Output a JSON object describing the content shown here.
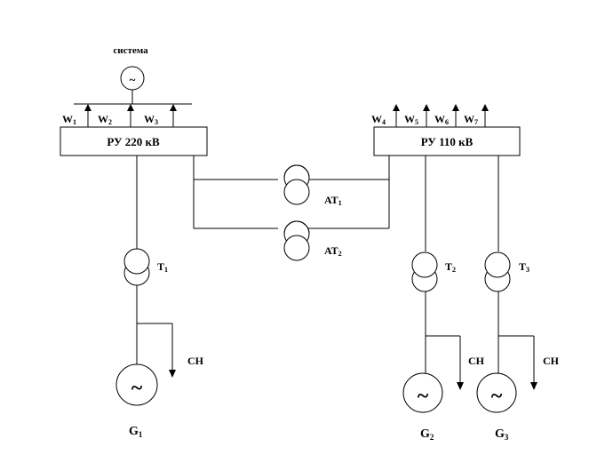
{
  "system": {
    "label": "система",
    "symbol": "~"
  },
  "buses": {
    "ru220": {
      "label": "РУ  220  кВ"
    },
    "ru110": {
      "label": "РУ  110  кВ"
    }
  },
  "lines_220": [
    {
      "base": "W",
      "sub": "1"
    },
    {
      "base": "W",
      "sub": "2"
    },
    {
      "base": "W",
      "sub": "3"
    }
  ],
  "lines_110": [
    {
      "base": "W",
      "sub": "4"
    },
    {
      "base": "W",
      "sub": "5"
    },
    {
      "base": "W",
      "sub": "6"
    },
    {
      "base": "W",
      "sub": "7"
    }
  ],
  "autotransformers": [
    {
      "base": "АТ",
      "sub": "1"
    },
    {
      "base": "АТ",
      "sub": "2"
    }
  ],
  "transformers": [
    {
      "base": "Т",
      "sub": "1"
    },
    {
      "base": "Т",
      "sub": "2"
    },
    {
      "base": "Т",
      "sub": "3"
    }
  ],
  "generators": [
    {
      "base": "G",
      "sub": "1",
      "symbol": "~"
    },
    {
      "base": "G",
      "sub": "2",
      "symbol": "~"
    },
    {
      "base": "G",
      "sub": "3",
      "symbol": "~"
    }
  ],
  "aux_load": "СН"
}
